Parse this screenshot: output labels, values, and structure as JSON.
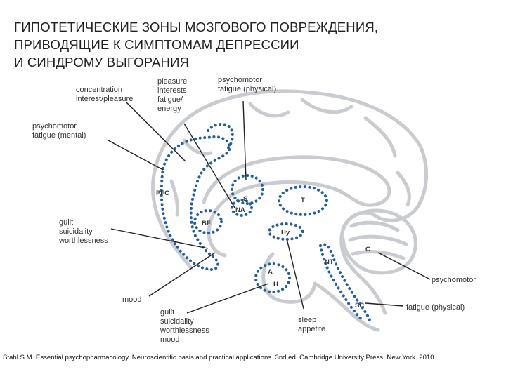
{
  "title": {
    "line1": "ГИПОТЕТИЧЕСКИЕ ЗОНЫ МОЗГОВОГО ПОВРЕЖДЕНИЯ,",
    "line2": "ПРИВОДЯЩИЕ К СИМПТОМАМ ДЕПРЕССИИ",
    "line3": "И СИНДРОМУ ВЫГОРАНИЯ"
  },
  "labels": {
    "concentration": [
      "concentration",
      "interest/pleasure"
    ],
    "pleasure": [
      "pleasure",
      "interests",
      "fatigue/",
      "energy"
    ],
    "psychomotor_physical_top": [
      "psychomotor",
      "fatigue (physical)"
    ],
    "psychomotor_mental": [
      "psychomotor",
      "fatigue (mental)"
    ],
    "guilt_left": [
      "guilt",
      "suicidality",
      "worthlessness"
    ],
    "mood_left": "mood",
    "guilt_bottom": [
      "guilt",
      "suicidality",
      "worthlessness",
      "mood"
    ],
    "sleep": [
      "sleep",
      "appetite"
    ],
    "psychomotor_right": "psychomotor",
    "fatigue_right": "fatigue (physical)"
  },
  "regions": {
    "pfc": "PFC",
    "bf": "BF",
    "s": "S",
    "na": "NA",
    "t": "T",
    "hy": "Hy",
    "c": "C",
    "nt": "NT",
    "a": "A",
    "h": "H",
    "sc": "SC"
  },
  "colors": {
    "outline": "#c8ccd0",
    "dotted": "#1f5fa8",
    "pointer": "#222222"
  },
  "citation": "Stahl S.M. Essential psychopharmacology. Neuroscientific basis and practical applications. 3nd ed. Cambridge University Press. New York. 2010."
}
